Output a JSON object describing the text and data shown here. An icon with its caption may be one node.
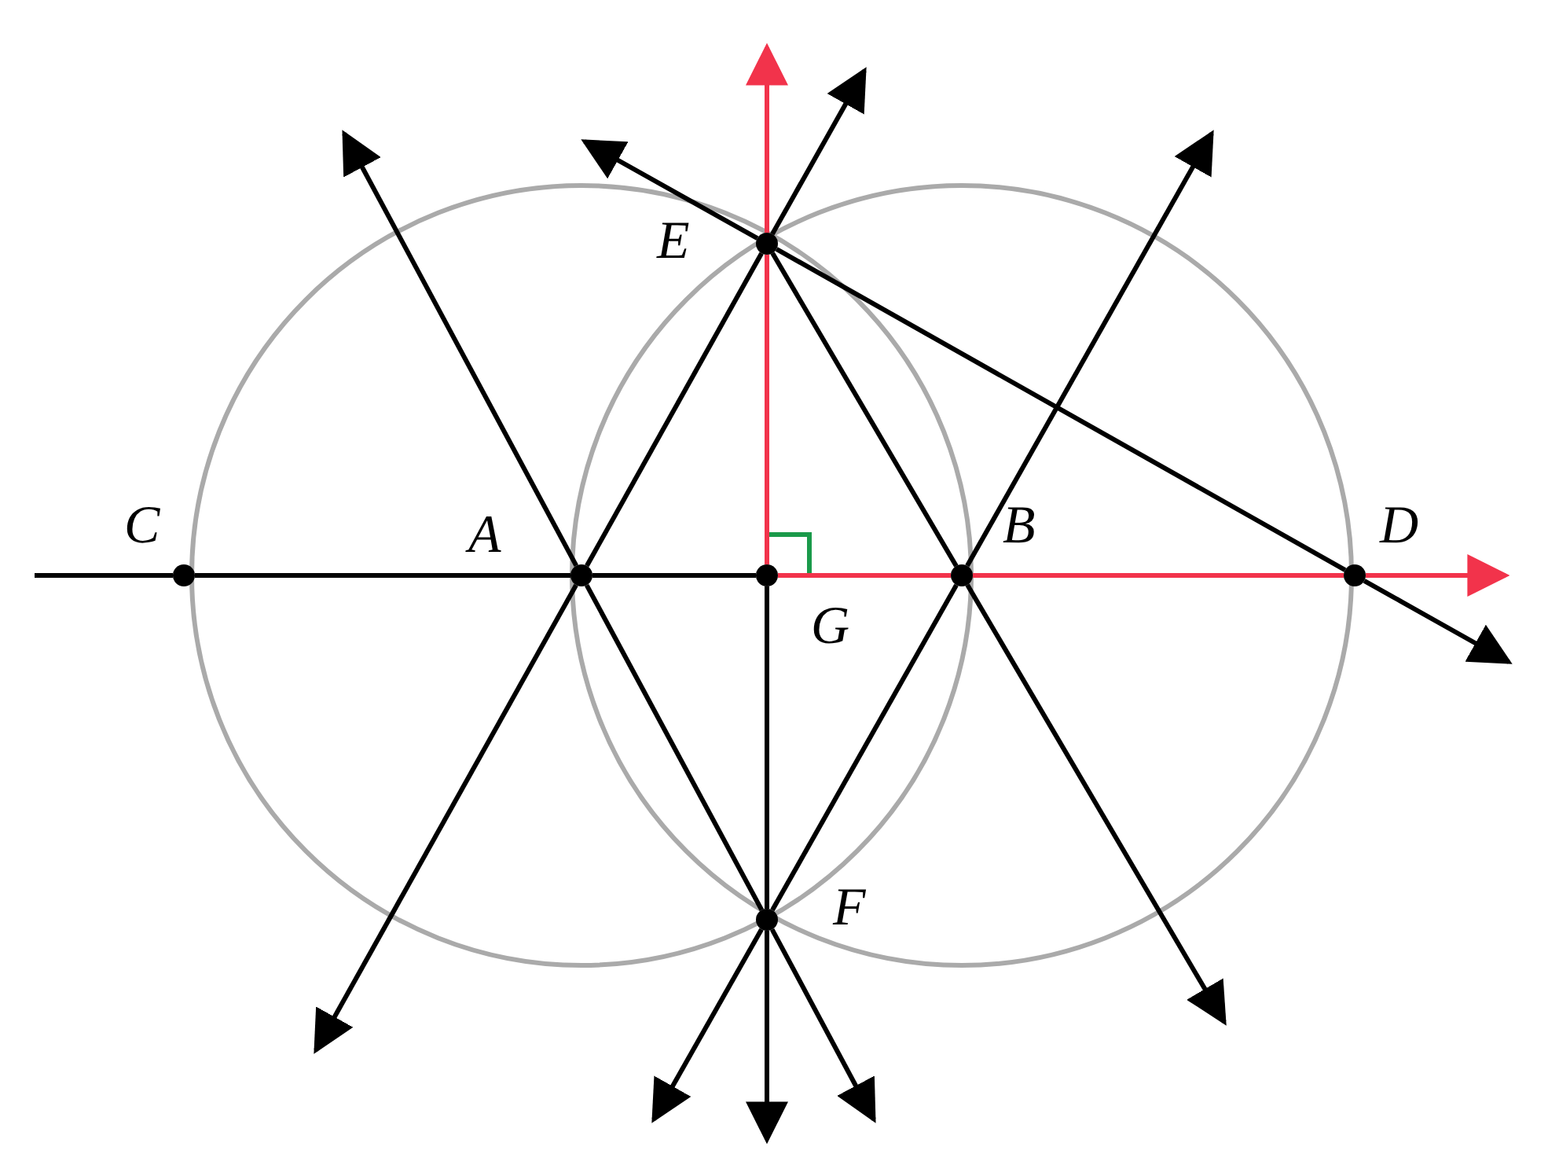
{
  "diagram": {
    "nodes": [
      {
        "text": [
          "C"
        ]
      },
      {
        "text": [
          "A"
        ]
      },
      {
        "text": [
          "G"
        ]
      },
      {
        "text": [
          "B"
        ]
      },
      {
        "text": [
          "D"
        ]
      },
      {
        "text": [
          "E"
        ]
      },
      {
        "text": [
          "F"
        ]
      }
    ],
    "edges": [
      {
        "from": null,
        "to": 0,
        "arrow": "none"
      },
      {
        "from": 0,
        "to": 1,
        "arrow": "none"
      },
      {
        "from": 1,
        "to": 2,
        "arrow": "none"
      },
      {
        "from": 2,
        "to": 3,
        "arrow": "none",
        "color": "#f2334b"
      },
      {
        "from": 3,
        "to": 4,
        "arrow": "none",
        "color": "#f2334b"
      },
      {
        "from": 4,
        "to": null,
        "arrow": "to",
        "color": "#f2334b"
      },
      {
        "from": 2,
        "to": 5,
        "arrow": "none",
        "color": "#f2334b"
      },
      {
        "from": 5,
        "to": null,
        "arrow": "to",
        "color": "#f2334b"
      },
      {
        "from": 2,
        "to": 6,
        "arrow": "none"
      },
      {
        "from": 6,
        "to": null,
        "arrow": "to"
      },
      {
        "from": 1,
        "to": 5,
        "arrow": "none"
      },
      {
        "from": 5,
        "to": null,
        "arrow": "to"
      },
      {
        "from": 1,
        "to": null,
        "arrow": "to"
      },
      {
        "from": 1,
        "to": 6,
        "arrow": "none"
      },
      {
        "from": 6,
        "to": null,
        "arrow": "to"
      },
      {
        "from": 1,
        "to": null,
        "arrow": "to"
      },
      {
        "from": 3,
        "to": 6,
        "arrow": "none"
      },
      {
        "from": 6,
        "to": null,
        "arrow": "to"
      },
      {
        "from": 3,
        "to": null,
        "arrow": "to"
      },
      {
        "from": 5,
        "to": 3,
        "arrow": "none"
      },
      {
        "from": 3,
        "to": null,
        "arrow": "to"
      },
      {
        "from": 5,
        "to": 4,
        "arrow": "none"
      },
      {
        "from": 4,
        "to": null,
        "arrow": "to"
      },
      {
        "from": 5,
        "to": null,
        "arrow": "to"
      }
    ]
  }
}
